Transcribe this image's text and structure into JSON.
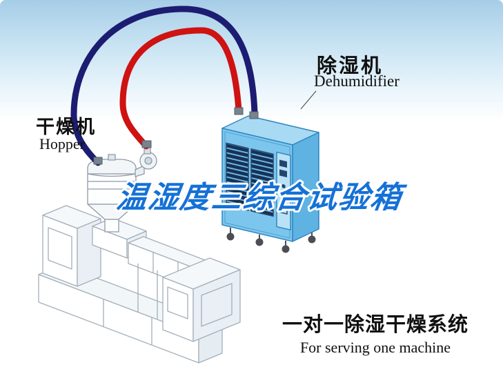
{
  "hopper_label": {
    "cn": "干燥机",
    "en": "Hopper"
  },
  "dehumidifier_label": {
    "cn": "除湿机",
    "en": "Dehumidifier"
  },
  "watermark": {
    "text": "温湿度三综合试验箱",
    "color": "#1571d6"
  },
  "caption": {
    "cn": "一对一除湿干燥系统",
    "en": "For serving one machine"
  },
  "colors": {
    "sky": "#a6cde7",
    "hose_red": "#cf1212",
    "hose_navy": "#1c1c72",
    "machine_blue": "#7cc6ee",
    "machine_blue_dark": "#5fb3e2",
    "machine_blue_top": "#a9daf3",
    "vent_dark": "#163257",
    "line_gray": "#a3aeb8"
  }
}
